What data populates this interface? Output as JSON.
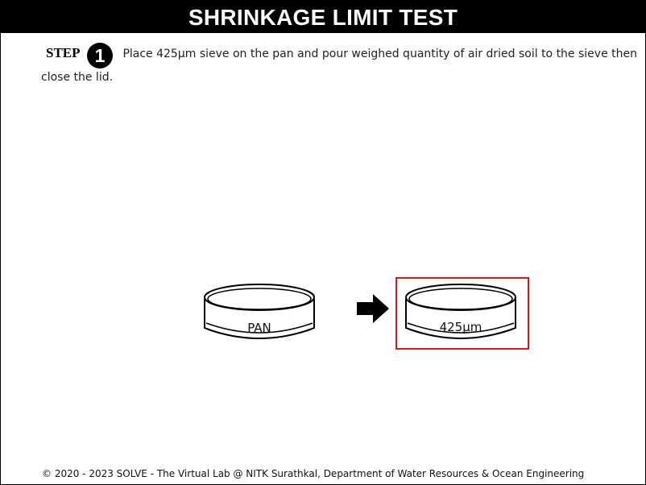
{
  "header": {
    "title": "SHRINKAGE LIMIT TEST"
  },
  "step": {
    "label": "STEP",
    "number": "1",
    "instruction": "Place 425µm sieve on the pan and pour weighed quantity of air dried soil to the sieve then close the lid."
  },
  "apparatus": {
    "pan_label": "PAN",
    "sieve_label": "425µm"
  },
  "colors": {
    "highlight": "#d11a1a",
    "title_bar": "#000000"
  },
  "footer": {
    "text": "© 2020 - 2023 SOLVE - The Virtual Lab @ NITK Surathkal, Department of Water Resources & Ocean Engineering"
  }
}
